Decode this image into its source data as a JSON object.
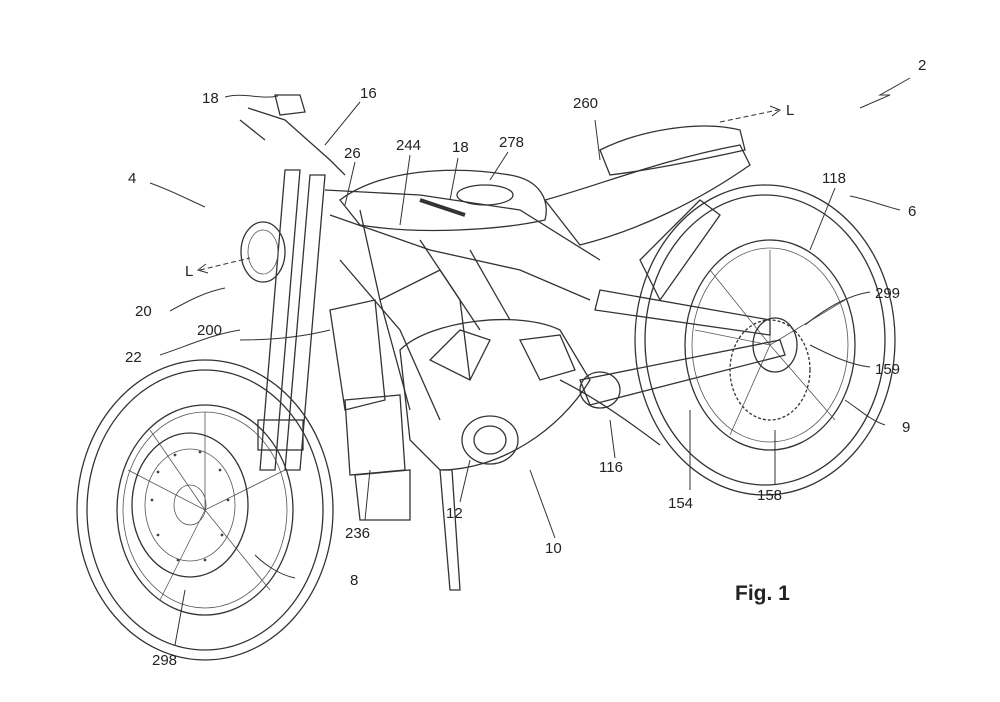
{
  "figure": {
    "caption": "Fig. 1"
  },
  "references": {
    "r2": "2",
    "r4": "4",
    "r6": "6",
    "r8": "8",
    "r9": "9",
    "r10": "10",
    "r12": "12",
    "r16": "16",
    "r18a": "18",
    "r18b": "18",
    "r20": "20",
    "r22": "22",
    "r26": "26",
    "r116": "116",
    "r118": "118",
    "r154": "154",
    "r158": "158",
    "r159": "159",
    "r200": "200",
    "r236": "236",
    "r244": "244",
    "r260": "260",
    "r278": "278",
    "r298": "298",
    "r299": "299"
  },
  "axis_labels": {
    "front": "L",
    "rear": "L"
  }
}
